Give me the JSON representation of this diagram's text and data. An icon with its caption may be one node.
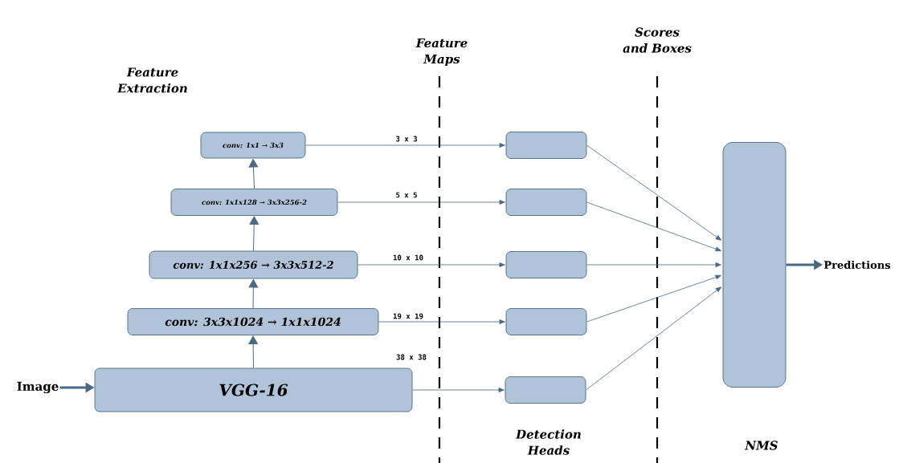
{
  "diagram": {
    "nodes": [
      {
        "text": [
          "Image"
        ]
      },
      {
        "text": [
          "VGG-16"
        ]
      },
      {
        "text": [
          "conv: 3x3x1024 → 1x1x1024"
        ]
      },
      {
        "text": [
          "conv: 1x1x256 → 3x3x512-2"
        ]
      },
      {
        "text": [
          "conv: 1x1x128 → 3x3x256-2"
        ]
      },
      {
        "text": [
          "conv: 1x1 → 3x3"
        ]
      },
      {
        "text": [],
        "shape": "box"
      },
      {
        "text": [],
        "shape": "box"
      },
      {
        "text": [],
        "shape": "box"
      },
      {
        "text": [],
        "shape": "box"
      },
      {
        "text": [],
        "shape": "box"
      },
      {
        "text": [],
        "shape": "box"
      },
      {
        "text": [
          "Predictions"
        ]
      }
    ],
    "edges": [
      {
        "from": 0,
        "to": 1,
        "arrow": "to",
        "style": "thick"
      },
      {
        "from": 1,
        "to": 2,
        "arrow": "to"
      },
      {
        "from": 2,
        "to": 3,
        "arrow": "to"
      },
      {
        "from": 3,
        "to": 4,
        "arrow": "to"
      },
      {
        "from": 4,
        "to": 5,
        "arrow": "to"
      },
      {
        "from": 5,
        "to": 6,
        "arrow": "to",
        "label": "3 x 3"
      },
      {
        "from": 4,
        "to": 7,
        "arrow": "to",
        "label": "5 x 5"
      },
      {
        "from": 3,
        "to": 8,
        "arrow": "to",
        "label": "10 x 10"
      },
      {
        "from": 2,
        "to": 9,
        "arrow": "to",
        "label": "19 x 19"
      },
      {
        "from": 1,
        "to": 10,
        "arrow": "to",
        "label": "38 x 38"
      },
      {
        "from": 6,
        "to": 11,
        "arrow": "to"
      },
      {
        "from": 7,
        "to": 11,
        "arrow": "to"
      },
      {
        "from": 8,
        "to": 11,
        "arrow": "to"
      },
      {
        "from": 9,
        "to": 11,
        "arrow": "to"
      },
      {
        "from": 10,
        "to": 11,
        "arrow": "to"
      },
      {
        "from": 11,
        "to": 12,
        "arrow": "to",
        "style": "thick"
      }
    ],
    "labels": [
      "Feature Extraction",
      "Feature Maps",
      "Scores and Boxes",
      "Detection Heads",
      "NMS"
    ]
  }
}
